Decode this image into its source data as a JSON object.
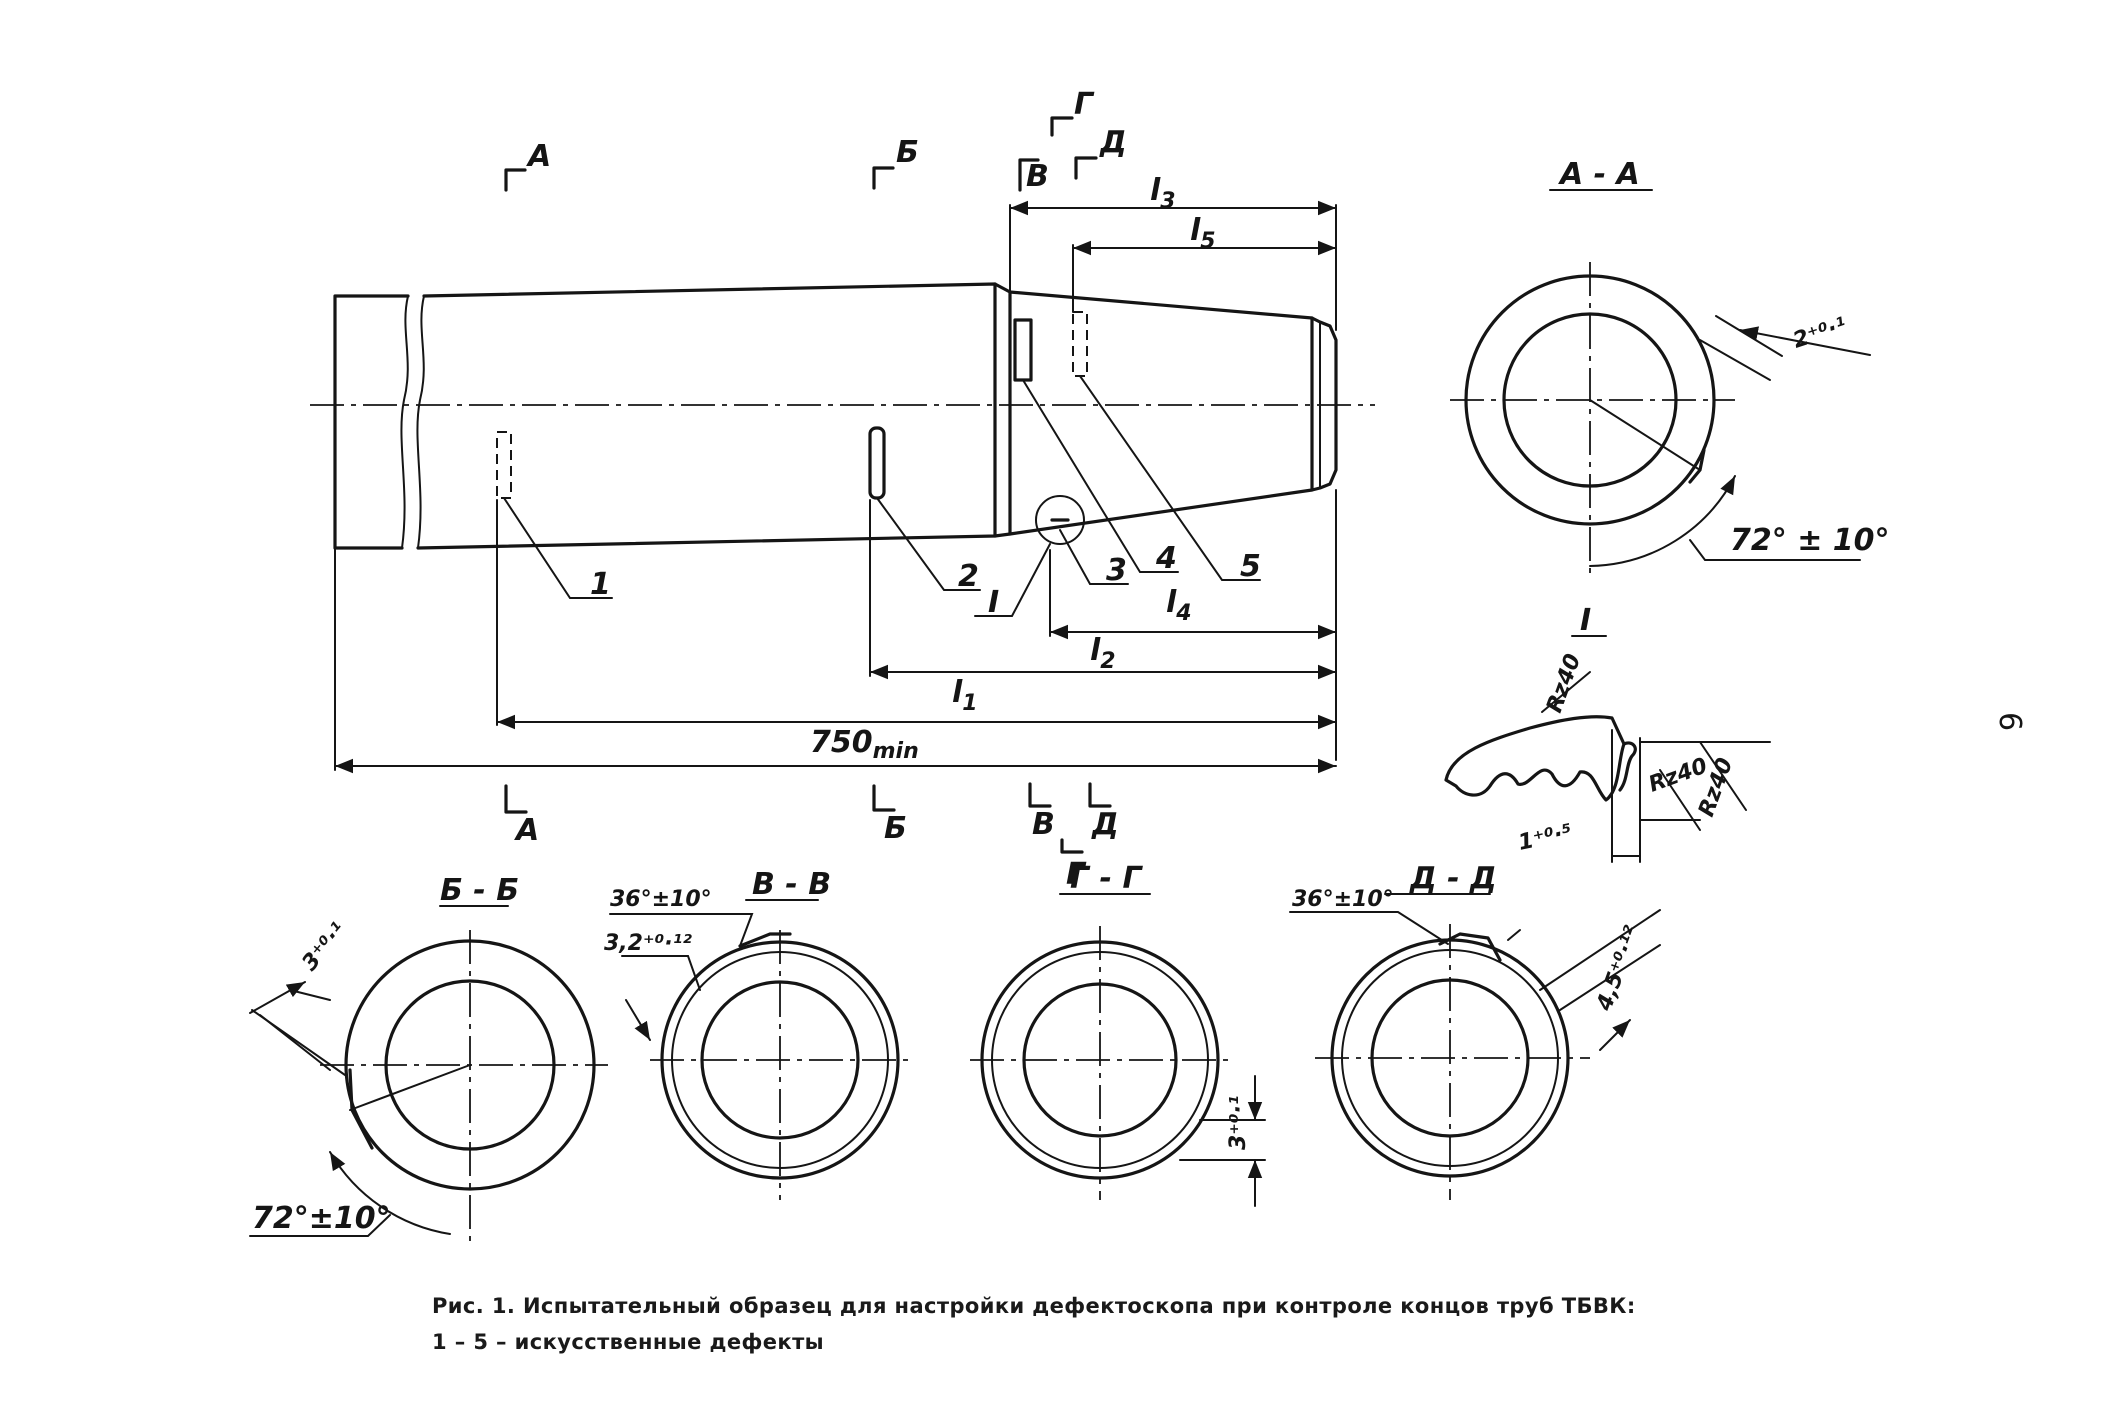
{
  "figure": {
    "caption_line1": "Рис. 1. Испытательный образец для настройки дефектоскопа при контроле концов труб ТБВК:",
    "caption_line2": "1 – 5 – искусственные дефекты",
    "page_number": "6"
  },
  "section_marks": {
    "A": "А",
    "B": "Б",
    "V": "В",
    "G": "Г",
    "D": "Д"
  },
  "section_titles": {
    "aa": "А - А",
    "bb": "Б - Б",
    "vv": "В - В",
    "gg": "Г - Г",
    "dd": "Д - Д",
    "detail": "I"
  },
  "callouts": {
    "d1": "1",
    "d2": "2",
    "d3": "3",
    "d4": "4",
    "d5": "5",
    "detail_ref": "I"
  },
  "dimensions": {
    "overall": "750",
    "overall_sub": "min",
    "l1": "l",
    "l1_sub": "1",
    "l2": "l",
    "l2_sub": "2",
    "l3": "l",
    "l3_sub": "3",
    "l4": "l",
    "l4_sub": "4",
    "l5": "l",
    "l5_sub": "5",
    "aa_depth": "2⁺⁰·¹",
    "aa_angle": "72° ± 10°",
    "bb_depth": "3⁺⁰·¹",
    "bb_angle": "72°±10°",
    "vv_angle": "36°±10°",
    "vv_depth": "3,2⁺⁰·¹²",
    "gg_depth": "3⁺⁰·¹",
    "dd_angle": "36°±10°",
    "dd_depth": "4,5⁺⁰·¹²",
    "det_r1": "Rz40",
    "det_r2": "Rz40",
    "det_r3": "Rz40",
    "det_step": "1⁺⁰·⁵"
  }
}
